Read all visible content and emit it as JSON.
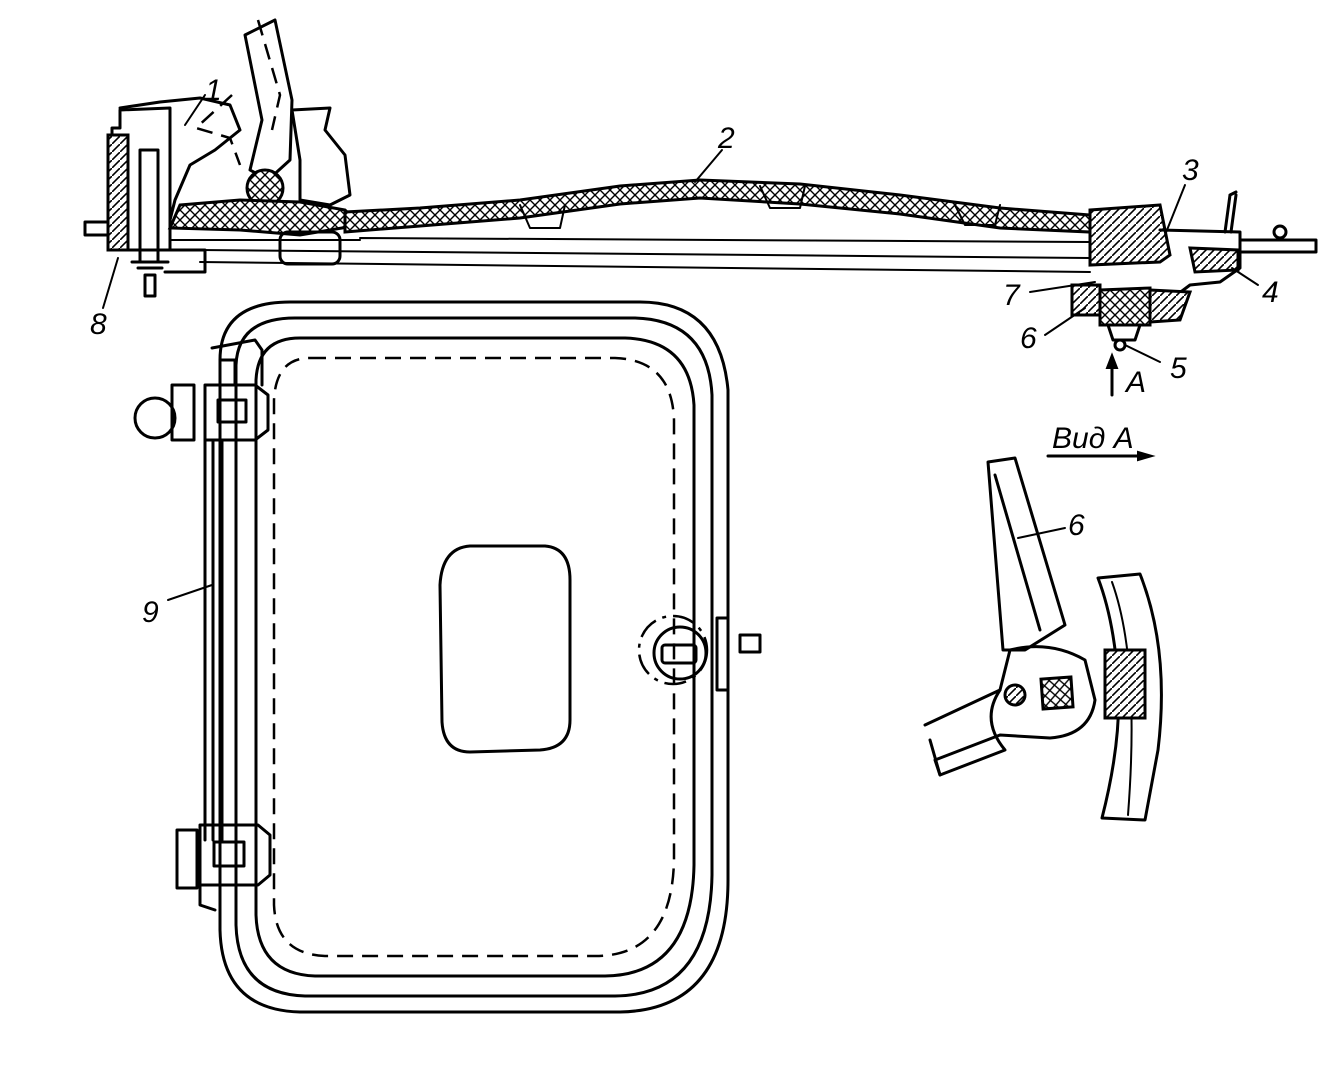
{
  "callouts": {
    "c1": "1",
    "c2": "2",
    "c3": "3",
    "c4": "4",
    "c5": "5",
    "c6": "6",
    "c7": "7",
    "c8": "8",
    "c9": "9",
    "c6_view": "6"
  },
  "view_arrow_label": "A",
  "view_title": "Вид А"
}
